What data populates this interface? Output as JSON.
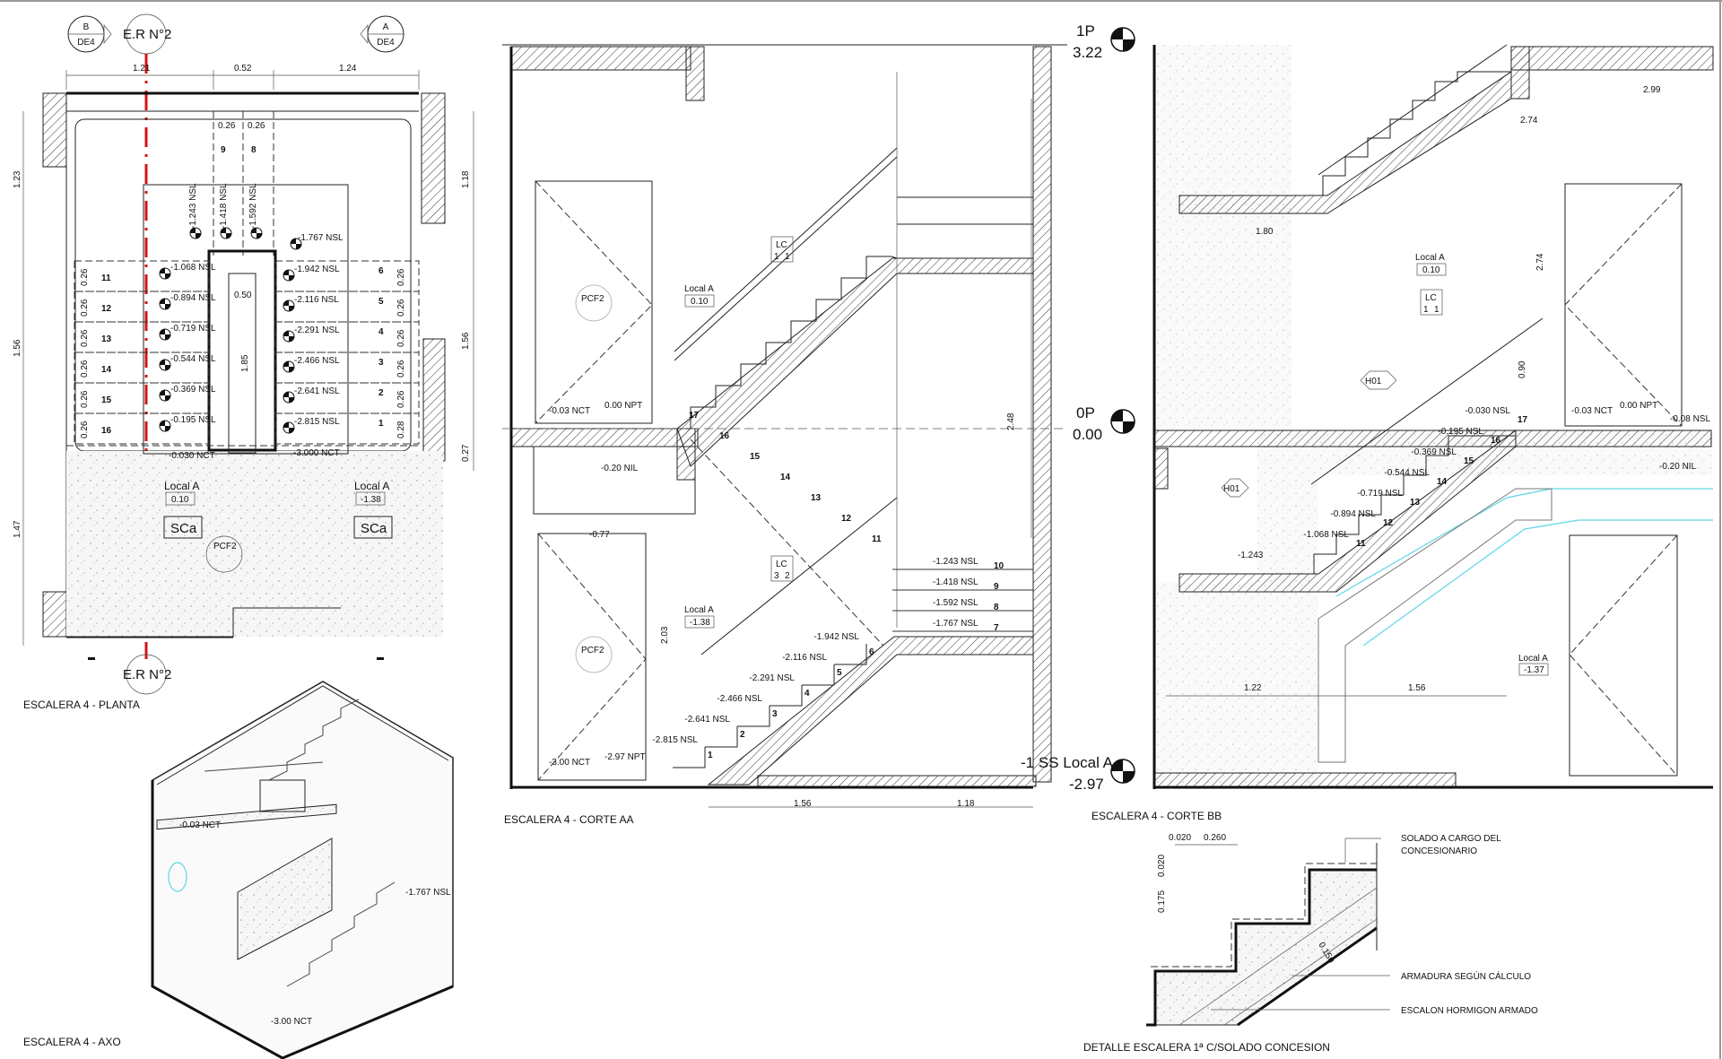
{
  "colors": {
    "axis_line": "#d21414",
    "duct": "#5fd6e6",
    "ink": "#111111"
  },
  "planta": {
    "title": "ESCALERA 4 - PLANTA",
    "axis_label_top": "E.R N°2",
    "axis_label_bottom": "E.R N°2",
    "section_marks": [
      {
        "letter": "B",
        "sheet": "DE4"
      },
      {
        "letter": "A",
        "sheet": "DE4"
      }
    ],
    "dims_top": [
      "1.21",
      "0.52",
      "1.24"
    ],
    "dims_left": [
      "1.23",
      "1.56",
      "1.47"
    ],
    "dims_right": [
      "1.18",
      "1.56",
      "0.27"
    ],
    "tread_widths": [
      "0.26",
      "0.26"
    ],
    "well_width": "0.50",
    "well_length": "1.85",
    "top_steps": [
      "9",
      "8"
    ],
    "top_levels": [
      "-1.243 NSL",
      "-1.418 NSL",
      "-1.592 NSL"
    ],
    "left_steps": [
      {
        "n": "11",
        "level": "-1.068 NSL",
        "w": "0.26"
      },
      {
        "n": "12",
        "level": "-0.894 NSL",
        "w": "0.26"
      },
      {
        "n": "13",
        "level": "-0.719 NSL",
        "w": "0.26"
      },
      {
        "n": "14",
        "level": "-0.544 NSL",
        "w": "0.26"
      },
      {
        "n": "15",
        "level": "-0.369 NSL",
        "w": "0.26"
      },
      {
        "n": "16",
        "level": "-0.195 NSL",
        "w": "0.26"
      }
    ],
    "right_steps": [
      {
        "n": "6",
        "level": "-1.942 NSL",
        "w": "0.26"
      },
      {
        "n": "5",
        "level": "-2.116 NSL",
        "w": "0.26"
      },
      {
        "n": "4",
        "level": "-2.291 NSL",
        "w": "0.26"
      },
      {
        "n": "3",
        "level": "-2.466 NSL",
        "w": "0.26"
      },
      {
        "n": "2",
        "level": "-2.641 NSL",
        "w": "0.26"
      },
      {
        "n": "1",
        "level": "-2.815 NSL",
        "w": "0.28"
      }
    ],
    "level_767": "-1.767 NSL",
    "level_left_bottom": "-0.030 NCT",
    "level_right_bottom": "-3.000 NCT",
    "local_left": {
      "name": "Local A",
      "level": "0.10",
      "tag": "SCa"
    },
    "local_right": {
      "name": "Local A",
      "level": "-1.38",
      "tag": "SCa"
    },
    "door_tag": "PCF2"
  },
  "axo": {
    "title": "ESCALERA 4 - AXO",
    "levels": [
      "-0.03 NCT",
      "-1.767 NSL",
      "-3.00 NCT"
    ]
  },
  "corte_aa": {
    "title": "ESCALERA 4 - CORTE AA",
    "labels": {
      "local_top": "Local A",
      "local_top_level": "0.10",
      "local_bottom": "Local A",
      "local_bottom_level": "-1.38",
      "nct_top": "-0.03 NCT",
      "npt_top": "0.00 NPT",
      "nil": "-0.20 NIL",
      "nct_bottom": "-3.00 NCT",
      "npt_bottom": "-2.97 NPT",
      "dim_077": "-0.77",
      "dim_203": "2.03",
      "dim_248": "2.48",
      "lc_top": "LC",
      "lc_top_a": "1",
      "lc_top_b": "1",
      "lc_bot": "LC",
      "lc_bot_a": "3",
      "lc_bot_b": "2",
      "door": "PCF2"
    },
    "upper_steps": [
      "17",
      "16",
      "15",
      "14",
      "13",
      "12",
      "11"
    ],
    "landing": [
      {
        "n": "10",
        "level": "-1.243 NSL"
      },
      {
        "n": "9",
        "level": "-1.418 NSL"
      },
      {
        "n": "8",
        "level": "-1.592 NSL"
      },
      {
        "n": "7",
        "level": "-1.767 NSL"
      }
    ],
    "lower_steps": [
      {
        "n": "6",
        "level": "-1.942 NSL"
      },
      {
        "n": "5",
        "level": "-2.116 NSL"
      },
      {
        "n": "4",
        "level": "-2.291 NSL"
      },
      {
        "n": "3",
        "level": "-2.466 NSL"
      },
      {
        "n": "2",
        "level": "-2.641 NSL"
      },
      {
        "n": "1",
        "level": "-2.815 NSL"
      }
    ],
    "dims_bottom": [
      "1.56",
      "1.18"
    ]
  },
  "levels": [
    {
      "name": "1P",
      "value": "3.22"
    },
    {
      "name": "0P",
      "value": "0.00"
    },
    {
      "name": "-1 SS Local A",
      "value": "-2.97"
    }
  ],
  "corte_bb": {
    "title": "ESCALERA 4 - CORTE BB",
    "labels": {
      "d299": "2.99",
      "d274a": "2.74",
      "d274b": "2.74",
      "d180": "1.80",
      "d090": "0.90",
      "local_top": "Local A",
      "local_top_level": "0.10",
      "lc": "LC",
      "lc_a": "1",
      "lc_b": "1",
      "h01a": "H01",
      "h01b": "H01",
      "nct": "-0.03 NCT",
      "npt": "0.00 NPT",
      "nsl08": "-0.08 NSL",
      "nil": "-0.20 NIL",
      "l1243": "-1.243",
      "d122": "1.22",
      "d156": "1.56",
      "local_bot": "Local A",
      "local_bot_level": "-1.37"
    },
    "steps": [
      {
        "n": "17",
        "level": "-0.030 NSL"
      },
      {
        "n": "16",
        "level": "-0.195 NSL"
      },
      {
        "n": "15",
        "level": "-0.369 NSL"
      },
      {
        "n": "14",
        "level": "-0.544 NSL"
      },
      {
        "n": "13",
        "level": "-0.719 NSL"
      },
      {
        "n": "12",
        "level": "-0.894 NSL"
      },
      {
        "n": "11",
        "level": "-1.068 NSL"
      }
    ]
  },
  "detalle": {
    "title": "DETALLE ESCALERA 1ª C/SOLADO CONCESION",
    "dims": [
      "0.020",
      "0.260",
      "0.020",
      "0.175",
      "0.150"
    ],
    "notes": [
      "SOLADO A CARGO DEL",
      "CONCESIONARIO",
      "ARMADURA SEGÚN CÁLCULO",
      "ESCALON HORMIGON ARMADO"
    ]
  }
}
